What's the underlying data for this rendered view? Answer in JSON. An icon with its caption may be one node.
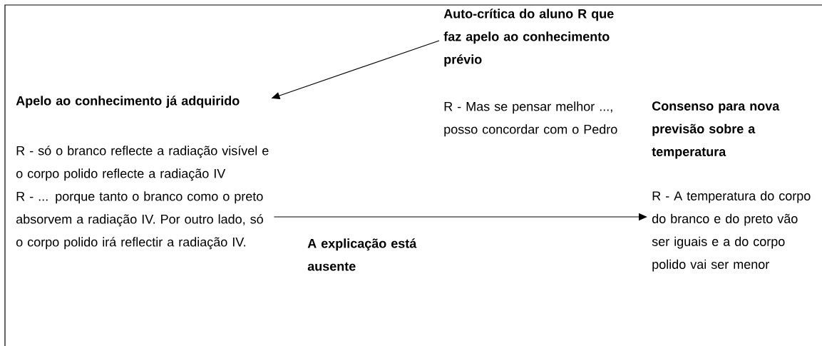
{
  "diagram": {
    "nodes": [
      {
        "text": [
          "Auto-crítica do aluno R que faz apelo ao conhecimento prévio",
          "R - Mas se pensar melhor ..., posso concordar com o Pedro"
        ]
      },
      {
        "text": [
          "Apelo ao conhecimento já adquirido",
          "R - só o branco reflecte a radiação visível e o corpo polido reflecte a radiação IV",
          "R - ... porque tanto o branco como o preto absorvem a radiação IV. Por outro lado, só o corpo polido irá reflectir a radiação IV."
        ]
      },
      {
        "text": [
          "Consenso para nova previsão sobre a temperatura",
          "R - A temperatura do corpo do branco e do preto vão ser iguais e a do corpo polido vai ser menor"
        ]
      }
    ],
    "edges": [
      {
        "from": 0,
        "to": 1,
        "arrow": "to"
      },
      {
        "from": 1,
        "to": 2,
        "arrow": "to"
      }
    ],
    "labels": [
      "A explicação está ausente"
    ]
  }
}
